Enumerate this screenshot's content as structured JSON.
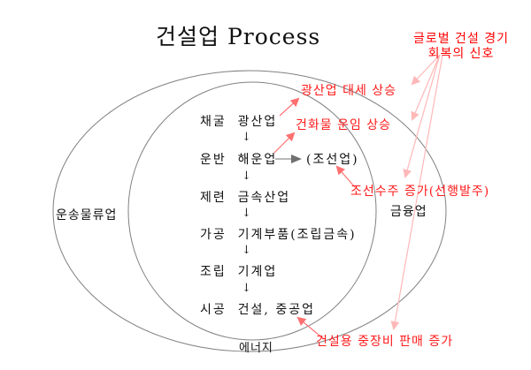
{
  "title": "건설업 Process",
  "signal_note": {
    "line1": "글로벌 건설 경기",
    "line2": "회복의 신호",
    "color": "#ff0000"
  },
  "outer_ellipse_label": "운송물류업",
  "inner_right_label": "금융업",
  "bottom_label": "에너지",
  "process_steps": [
    {
      "stage": "채굴",
      "industry": "광산업"
    },
    {
      "stage": "운반",
      "industry": "해운업"
    },
    {
      "stage": "제련",
      "industry": "금속산업"
    },
    {
      "stage": "가공",
      "industry": "기계부품(조립금속)"
    },
    {
      "stage": "조립",
      "industry": "기계업"
    },
    {
      "stage": "시공",
      "industry": "건설, 중공업"
    }
  ],
  "shipbuilding_label": "(조선업)",
  "down_arrow_glyph": "↓",
  "indicators": [
    {
      "text": "광산업 대세 상승"
    },
    {
      "text": "건화물 운임 상승"
    },
    {
      "text": "조선수주 증가(선행발주)"
    },
    {
      "text": "건설용 중장비 판매 증가"
    }
  ],
  "colors": {
    "ellipse_stroke": "#808080",
    "arrow_strong": "#ff7070",
    "arrow_light": "#ffb8b8",
    "text_red": "#ff1a1a",
    "text_black": "#111111"
  }
}
